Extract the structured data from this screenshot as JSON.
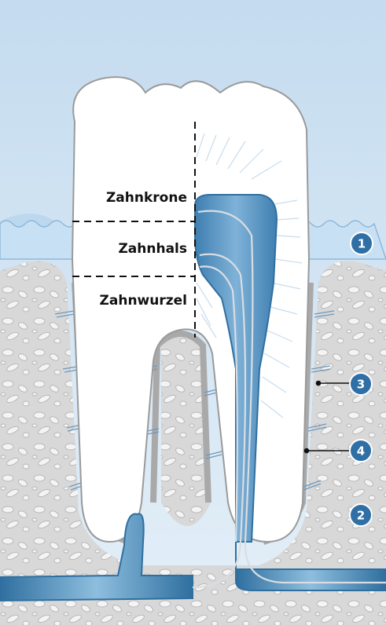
{
  "labels": {
    "crown": "Zahnkrone",
    "neck": "Zahnhals",
    "root": "Zahnwurzel"
  },
  "markers": [
    "1",
    "2",
    "3",
    "4"
  ],
  "colors": {
    "background_top": "#c9dff0",
    "background_bottom": "#e6f0f8",
    "gum": "#bcd8ef",
    "bone": "#d6d6d6",
    "tooth": "#ffffff",
    "pulp": "#4f8fbf",
    "badge": "#2f6fa5"
  }
}
